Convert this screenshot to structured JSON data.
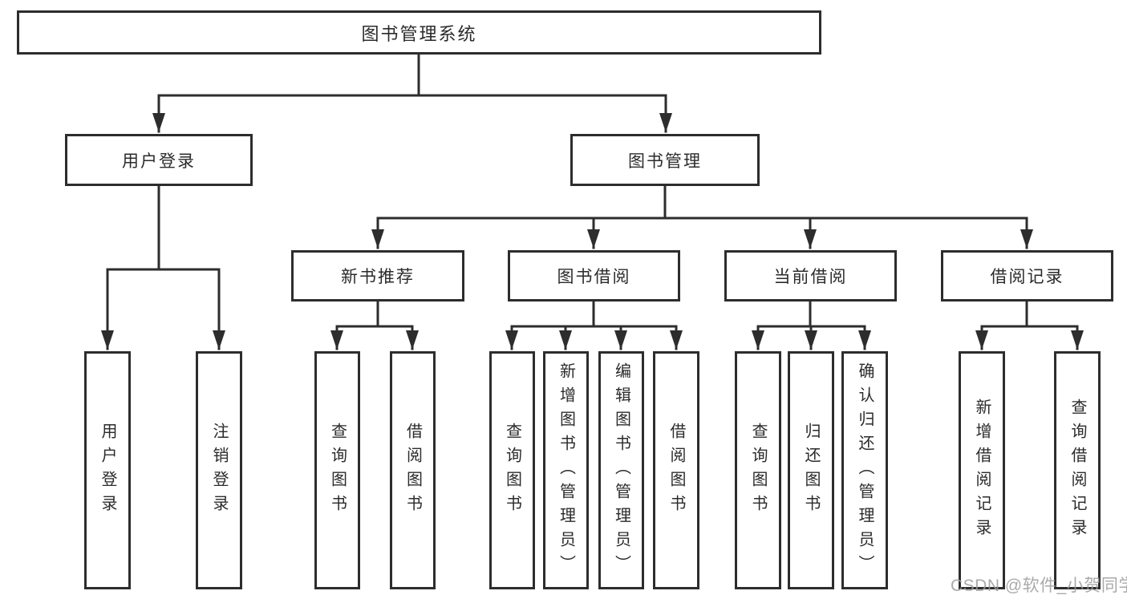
{
  "diagram": {
    "type": "hierarchy",
    "colors": {
      "line": "#2d2d2d",
      "box_border": "#2d2d2d",
      "box_fill": "#ffffff",
      "text": "#2b2b2b",
      "watermark": "#9c9c9c",
      "background": "#ffffff"
    },
    "tree": {
      "label": "图书管理系统",
      "children": [
        {
          "label": "用户登录",
          "children": [
            {
              "label": "用户登录"
            },
            {
              "label": "注销登录"
            }
          ]
        },
        {
          "label": "图书管理",
          "children": [
            {
              "label": "新书推荐",
              "children": [
                {
                  "label": "查询图书"
                },
                {
                  "label": "借阅图书"
                }
              ]
            },
            {
              "label": "图书借阅",
              "children": [
                {
                  "label": "查询图书"
                },
                {
                  "label": "新增图书（管理员）"
                },
                {
                  "label": "编辑图书（管理员）"
                },
                {
                  "label": "借阅图书"
                }
              ]
            },
            {
              "label": "当前借阅",
              "children": [
                {
                  "label": "查询图书"
                },
                {
                  "label": "归还图书"
                },
                {
                  "label": "确认归还（管理员）"
                }
              ]
            },
            {
              "label": "借阅记录",
              "children": [
                {
                  "label": "新增借阅记录"
                },
                {
                  "label": "查询借阅记录"
                }
              ]
            }
          ]
        }
      ]
    },
    "watermark": {
      "text": "CSDN @软件_小贺同学"
    }
  }
}
